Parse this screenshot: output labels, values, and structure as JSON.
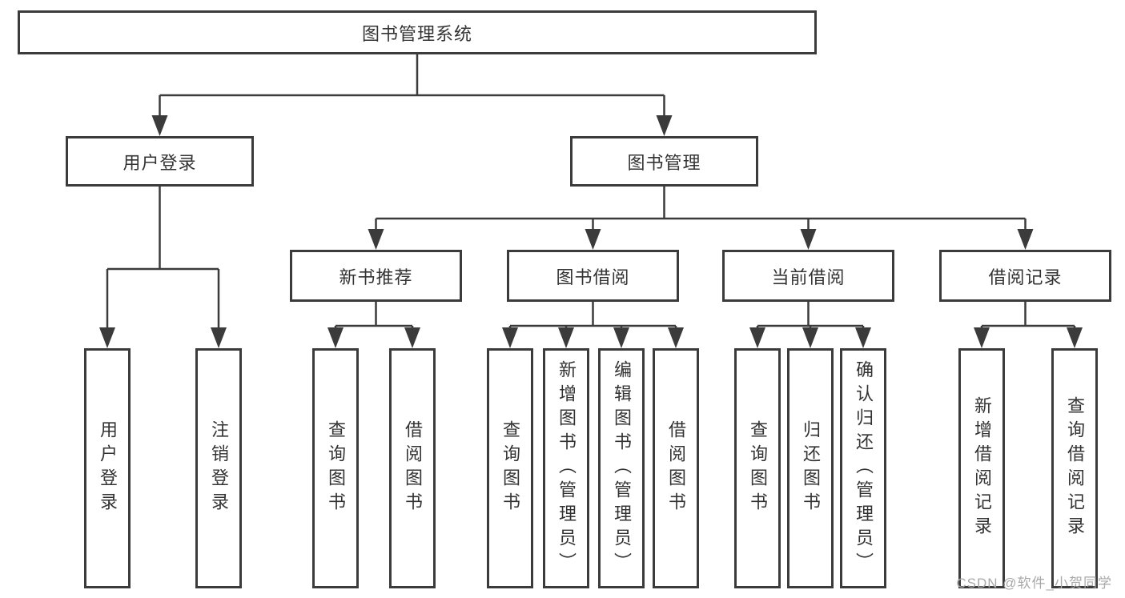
{
  "diagram": {
    "title": "图书管理系统",
    "colors": {
      "line": "#3b3b3b",
      "text": "#333333",
      "background": "#ffffff",
      "watermark": "#a8a8a8"
    },
    "root": {
      "label": "图书管理系统"
    },
    "level2": [
      {
        "label": "用户登录"
      },
      {
        "label": "图书管理"
      }
    ],
    "level3": [
      {
        "label": "新书推荐",
        "parent": "图书管理"
      },
      {
        "label": "图书借阅",
        "parent": "图书管理"
      },
      {
        "label": "当前借阅",
        "parent": "图书管理"
      },
      {
        "label": "借阅记录",
        "parent": "图书管理"
      }
    ],
    "leaves": [
      {
        "label": "用户登录",
        "parent": "用户登录"
      },
      {
        "label": "注销登录",
        "parent": "用户登录"
      },
      {
        "label": "查询图书",
        "parent": "新书推荐"
      },
      {
        "label": "借阅图书",
        "parent": "新书推荐"
      },
      {
        "label": "查询图书",
        "parent": "图书借阅"
      },
      {
        "label": "新增图书（管理员）",
        "parent": "图书借阅"
      },
      {
        "label": "编辑图书（管理员）",
        "parent": "图书借阅"
      },
      {
        "label": "借阅图书",
        "parent": "图书借阅"
      },
      {
        "label": "查询图书",
        "parent": "当前借阅"
      },
      {
        "label": "归还图书",
        "parent": "当前借阅"
      },
      {
        "label": "确认归还（管理员）",
        "parent": "当前借阅"
      },
      {
        "label": "新增借阅记录",
        "parent": "借阅记录"
      },
      {
        "label": "查询借阅记录",
        "parent": "借阅记录"
      }
    ],
    "watermark": {
      "text": "CSDN @软件_小贺同学"
    }
  }
}
